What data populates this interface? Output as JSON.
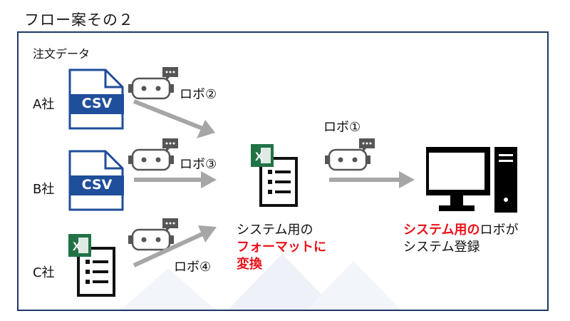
{
  "title": "フロー案その２",
  "order_data_label": "注文データ",
  "sources": [
    {
      "company": "A社",
      "badge": "CSV",
      "robot": "ロボ②"
    },
    {
      "company": "B社",
      "badge": "CSV",
      "robot": "ロボ③"
    },
    {
      "company": "C社",
      "robot": "ロボ④"
    }
  ],
  "conversion": {
    "line1": "システム用の",
    "line2_red": "フォーマットに",
    "line3_red": "変換"
  },
  "main_robot": "ロボ①",
  "result": {
    "red_part": "システム用の",
    "rest_line1": "ロボが",
    "line2": "システム登録"
  },
  "colors": {
    "frame": "#1f3864",
    "csv_blue": "#1f4e9a",
    "excel_green": "#217346",
    "arrow_gray": "#a6a6a6",
    "accent_red": "#e8121a"
  },
  "icons": [
    "csv-file-icon",
    "excel-list-icon",
    "robot-icon",
    "speech-bubble-icon",
    "arrow-icon",
    "computer-icon"
  ]
}
